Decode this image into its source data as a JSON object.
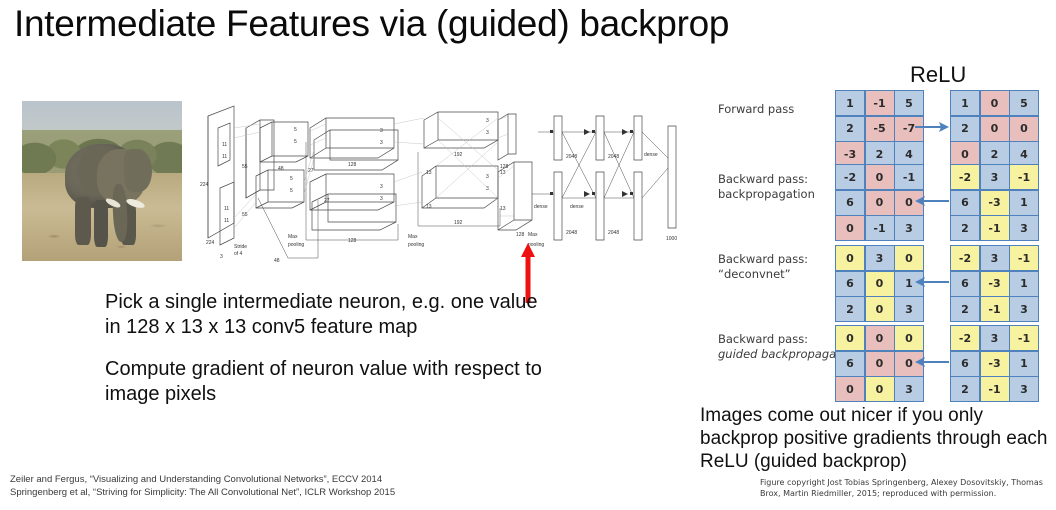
{
  "slide": {
    "title": "Intermediate Features via (guided) backprop"
  },
  "left": {
    "photo_alt": "elephant-photo",
    "paragraph_1": "Pick a single intermediate neuron, e.g. one value in 128 x 13 x 13 conv5 feature map",
    "paragraph_2": "Compute gradient of neuron value with respect to image pixels",
    "footnote_line_1": "Zeiler and Fergus, “Visualizing and Understanding Convolutional Networks”, ECCV 2014",
    "footnote_line_2": "Springenberg et al, “Striving for Simplicity: The All Convolutional Net”, ICLR Workshop 2015"
  },
  "diagram": {
    "name": "alexnet-architecture",
    "labels": {
      "input_h": "224",
      "input_w": "224",
      "input_c": "3",
      "stride": "Stride of 4",
      "k11_a": "11",
      "k11_b": "11",
      "k5_a": "5",
      "k5_b": "5",
      "f48_a": "48",
      "f48_b": "48",
      "s55_a": "55",
      "s55_b": "55",
      "k3": "3",
      "s27_a": "27",
      "s27_b": "27",
      "f128_a": "128",
      "f128_b": "128",
      "s13_a": "13",
      "s13_b": "13",
      "f192_a": "192",
      "f192_b": "192",
      "f128_c": "128",
      "f128_d": "128",
      "fc2048_a": "2048",
      "fc2048_b": "2048",
      "fc2048_c": "2048",
      "fc2048_d": "2048",
      "dense_a": "dense",
      "dense_b": "dense",
      "dense_c": "dense",
      "maxpool_a": "Max pooling",
      "maxpool_b": "Max pooling",
      "maxpool_c": "Max pooling",
      "out1000": "1000"
    },
    "annotation": "red-arrow-pointing-to-conv5"
  },
  "relu": {
    "title": "ReLU",
    "rows": [
      {
        "id": "forward-pass",
        "label_main": "Forward pass",
        "label_sub": "",
        "label_sub_italic": false,
        "arrow": "right",
        "left_grid": [
          [
            {
              "v": "1",
              "c": "blue"
            },
            {
              "v": "-1",
              "c": "pink"
            },
            {
              "v": "5",
              "c": "blue"
            }
          ],
          [
            {
              "v": "2",
              "c": "blue"
            },
            {
              "v": "-5",
              "c": "pink"
            },
            {
              "v": "-7",
              "c": "pink"
            }
          ],
          [
            {
              "v": "-3",
              "c": "pink"
            },
            {
              "v": "2",
              "c": "blue"
            },
            {
              "v": "4",
              "c": "blue"
            }
          ]
        ],
        "right_grid": [
          [
            {
              "v": "1",
              "c": "blue"
            },
            {
              "v": "0",
              "c": "pink"
            },
            {
              "v": "5",
              "c": "blue"
            }
          ],
          [
            {
              "v": "2",
              "c": "blue"
            },
            {
              "v": "0",
              "c": "pink"
            },
            {
              "v": "0",
              "c": "pink"
            }
          ],
          [
            {
              "v": "0",
              "c": "pink"
            },
            {
              "v": "2",
              "c": "blue"
            },
            {
              "v": "4",
              "c": "blue"
            }
          ]
        ]
      },
      {
        "id": "backward-pass-backpropagation",
        "label_main": "Backward pass:",
        "label_sub": "backpropagation",
        "label_sub_italic": false,
        "arrow": "left",
        "left_grid": [
          [
            {
              "v": "-2",
              "c": "blue"
            },
            {
              "v": "0",
              "c": "pink"
            },
            {
              "v": "-1",
              "c": "blue"
            }
          ],
          [
            {
              "v": "6",
              "c": "blue"
            },
            {
              "v": "0",
              "c": "pink"
            },
            {
              "v": "0",
              "c": "pink"
            }
          ],
          [
            {
              "v": "0",
              "c": "pink"
            },
            {
              "v": "-1",
              "c": "blue"
            },
            {
              "v": "3",
              "c": "blue"
            }
          ]
        ],
        "right_grid": [
          [
            {
              "v": "-2",
              "c": "yellow"
            },
            {
              "v": "3",
              "c": "blue"
            },
            {
              "v": "-1",
              "c": "yellow"
            }
          ],
          [
            {
              "v": "6",
              "c": "blue"
            },
            {
              "v": "-3",
              "c": "yellow"
            },
            {
              "v": "1",
              "c": "blue"
            }
          ],
          [
            {
              "v": "2",
              "c": "blue"
            },
            {
              "v": "-1",
              "c": "yellow"
            },
            {
              "v": "3",
              "c": "blue"
            }
          ]
        ]
      },
      {
        "id": "backward-pass-deconvnet",
        "label_main": "Backward pass:",
        "label_sub": "“deconvnet”",
        "label_sub_italic": false,
        "arrow": "left",
        "left_grid": [
          [
            {
              "v": "0",
              "c": "yellow"
            },
            {
              "v": "3",
              "c": "blue"
            },
            {
              "v": "0",
              "c": "yellow"
            }
          ],
          [
            {
              "v": "6",
              "c": "blue"
            },
            {
              "v": "0",
              "c": "yellow"
            },
            {
              "v": "1",
              "c": "blue"
            }
          ],
          [
            {
              "v": "2",
              "c": "blue"
            },
            {
              "v": "0",
              "c": "yellow"
            },
            {
              "v": "3",
              "c": "blue"
            }
          ]
        ],
        "right_grid": [
          [
            {
              "v": "-2",
              "c": "yellow"
            },
            {
              "v": "3",
              "c": "blue"
            },
            {
              "v": "-1",
              "c": "yellow"
            }
          ],
          [
            {
              "v": "6",
              "c": "blue"
            },
            {
              "v": "-3",
              "c": "yellow"
            },
            {
              "v": "1",
              "c": "blue"
            }
          ],
          [
            {
              "v": "2",
              "c": "blue"
            },
            {
              "v": "-1",
              "c": "yellow"
            },
            {
              "v": "3",
              "c": "blue"
            }
          ]
        ]
      },
      {
        "id": "backward-pass-guided-backpropagation",
        "label_main": "Backward pass:",
        "label_sub": "guided backpropagation",
        "label_sub_italic": true,
        "arrow": "left",
        "left_grid": [
          [
            {
              "v": "0",
              "c": "yellow"
            },
            {
              "v": "0",
              "c": "pink"
            },
            {
              "v": "0",
              "c": "yellow"
            }
          ],
          [
            {
              "v": "6",
              "c": "blue"
            },
            {
              "v": "0",
              "c": "pink"
            },
            {
              "v": "0",
              "c": "pink"
            }
          ],
          [
            {
              "v": "0",
              "c": "pink"
            },
            {
              "v": "0",
              "c": "yellow"
            },
            {
              "v": "3",
              "c": "blue"
            }
          ]
        ],
        "right_grid": [
          [
            {
              "v": "-2",
              "c": "yellow"
            },
            {
              "v": "3",
              "c": "blue"
            },
            {
              "v": "-1",
              "c": "yellow"
            }
          ],
          [
            {
              "v": "6",
              "c": "blue"
            },
            {
              "v": "-3",
              "c": "yellow"
            },
            {
              "v": "1",
              "c": "blue"
            }
          ],
          [
            {
              "v": "2",
              "c": "blue"
            },
            {
              "v": "-1",
              "c": "yellow"
            },
            {
              "v": "3",
              "c": "blue"
            }
          ]
        ]
      }
    ],
    "caption_big": "Images come out nicer if you only backprop positive gradients through each ReLU (guided backprop)",
    "caption_small": "Figure copyright Jost Tobias Springenberg, Alexey Dosovitskiy, Thomas Brox, Martin Riedmiller, 2015; reproduced with permission."
  },
  "colors": {
    "cell_blue": "#b8cce4",
    "cell_pink": "#e8bfbd",
    "cell_yellow": "#f7f2a0",
    "grid_border": "#4f81bd",
    "arrow_blue": "#4f81bd",
    "annotation_red": "#ee1111"
  }
}
